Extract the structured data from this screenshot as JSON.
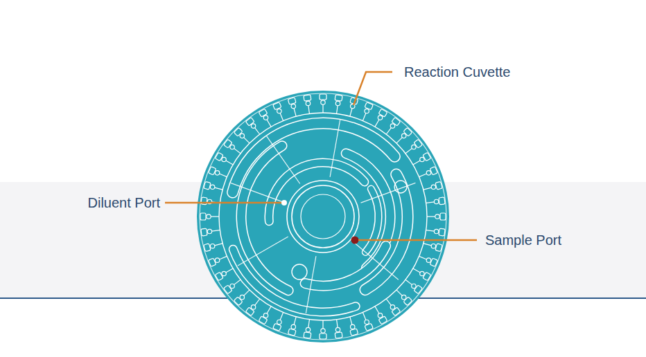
{
  "diagram": {
    "labels": [
      "Reaction Cuvette",
      "Diluent Port",
      "Sample Port"
    ]
  }
}
